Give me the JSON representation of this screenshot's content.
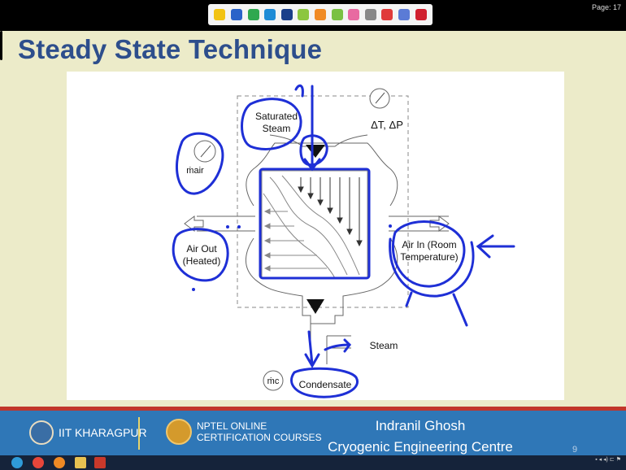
{
  "slide": {
    "title": "Steady State Technique",
    "page_indicator": "Page: 17",
    "slide_number": "9"
  },
  "toolbar": {
    "tools": [
      {
        "name": "pen-yellow-icon",
        "color": "#f2c312"
      },
      {
        "name": "pen-blue-icon",
        "color": "#2a63c9"
      },
      {
        "name": "pen-green-icon",
        "color": "#2fa84f"
      },
      {
        "name": "pen-blue2-icon",
        "color": "#1e8bd6"
      },
      {
        "name": "pen-dark-icon",
        "color": "#1b3f8a"
      },
      {
        "name": "highlighter-icon",
        "color": "#8cc63f"
      },
      {
        "name": "pencil-icon",
        "color": "#f08a24"
      },
      {
        "name": "marker-icon",
        "color": "#7ac143"
      },
      {
        "name": "eraser-icon",
        "color": "#e86aa1"
      },
      {
        "name": "pointer-icon",
        "color": "#888888"
      },
      {
        "name": "laser-icon",
        "color": "#e03b3b"
      },
      {
        "name": "color-picker-icon",
        "color": "#5b7bd6"
      },
      {
        "name": "clear-icon",
        "color": "#d01f2e"
      }
    ]
  },
  "diagram": {
    "saturated_steam": "Saturated\nSteam",
    "delta": "ΔT, ΔP",
    "m_air": "ṁair",
    "air_out": "Air Out\n(Heated)",
    "air_in": "Air In (Room\nTemperature)",
    "steam": "Steam",
    "m_c": "ṁc",
    "condensate": "Condensate"
  },
  "footer": {
    "institute": "IIT KHARAGPUR",
    "nptel_line1": "NPTEL ONLINE",
    "nptel_line2": "CERTIFICATION COURSES",
    "presenter_name": "Indranil Ghosh",
    "presenter_dept": "Cryogenic Engineering Centre"
  },
  "colors": {
    "title": "#2d4e8c",
    "footer_bg": "#2f77b7",
    "footer_accent": "#c1362b",
    "annotation_ink": "#1e2fd6"
  }
}
